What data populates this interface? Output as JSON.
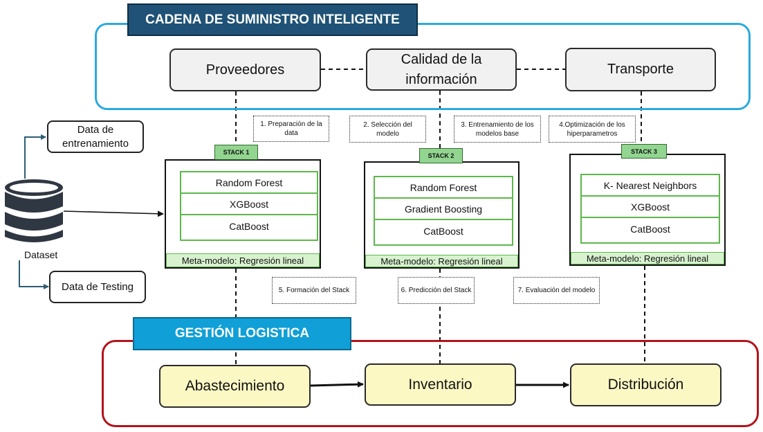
{
  "supply_chain": {
    "title": "CADENA DE SUMINISTRO INTELIGENTE",
    "boxes": [
      "Proveedores",
      "Calidad de la información",
      "Transporte"
    ]
  },
  "logistics": {
    "title": "GESTIÓN LOGISTICA",
    "boxes": [
      "Abastecimiento",
      "Inventario",
      "Distribución"
    ]
  },
  "data_split": {
    "dataset_label": "Dataset",
    "train_label": "Data de entrenamiento",
    "test_label": "Data de Testing"
  },
  "steps": [
    "1. Preparación de la data",
    "2. Selección del modelo",
    "3. Entrenamiento de los modelos base",
    "4.Optimización de los hiperparametros",
    "5. Formación del Stack",
    "6. Predicción del Stack",
    "7. Evaluación del modelo"
  ],
  "stacks": [
    {
      "tag": "STACK 1",
      "models": [
        "Random Forest",
        "XGBoost",
        "CatBoost"
      ],
      "meta": "Meta-modelo: Regresión lineal"
    },
    {
      "tag": "STACK 2",
      "models": [
        "Random Forest",
        "Gradient Boosting",
        "CatBoost"
      ],
      "meta": "Meta-modelo: Regresión lineal"
    },
    {
      "tag": "STACK 3",
      "models": [
        "K- Nearest Neighbors",
        "XGBoost",
        "CatBoost"
      ],
      "meta": "Meta-modelo: Regresión lineal"
    }
  ],
  "colors": {
    "supply_frame": "#2aaadf",
    "logistics_frame": "#b3131b",
    "supply_banner": "#1f5276",
    "logistics_banner": "#109fd6",
    "stack_green": "#5cb84a",
    "dataset_icon": "#2f3742"
  },
  "icons": {
    "dataset": "database-icon"
  }
}
